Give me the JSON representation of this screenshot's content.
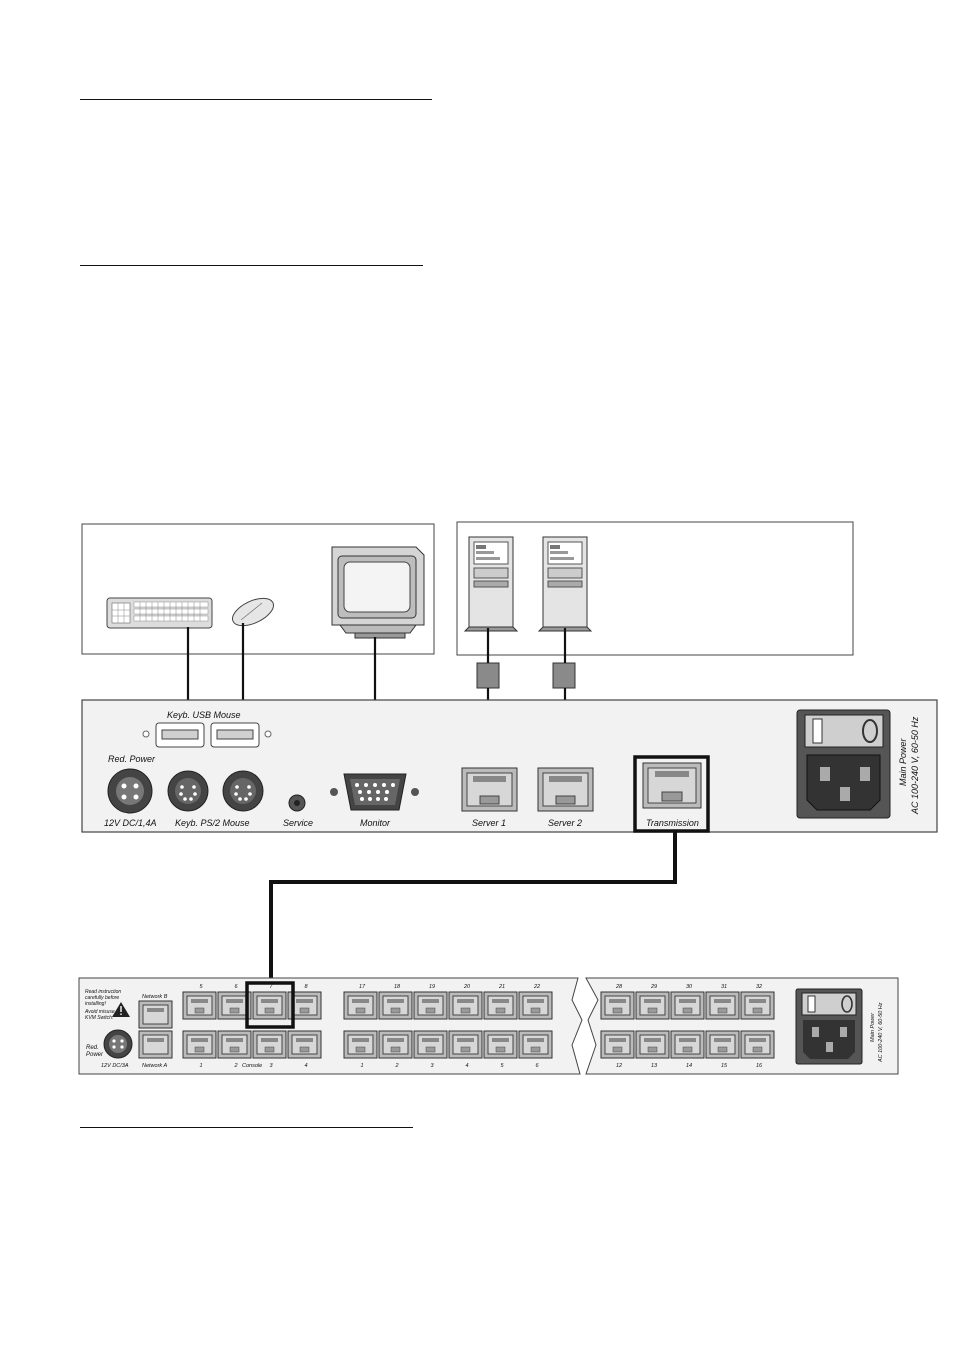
{
  "colors": {
    "panel_fill": "#f2f2f2",
    "panel_stroke": "#555555",
    "cable": "#111111",
    "port_fill": "#c8c8c8",
    "connector_box": "#8a8a8a"
  },
  "kvm_unit": {
    "usb_label": "Keyb.  USB  Mouse",
    "red_power": "Red. Power",
    "red_power_rating": "12V DC/1,4A",
    "ps2_label": "Keyb.  PS/2  Mouse",
    "service": "Service",
    "monitor": "Monitor",
    "server1": "Server 1",
    "server2": "Server 2",
    "transmission": "Transmission",
    "main_power_line1": "Main Power",
    "main_power_line2": "AC 100-240 V, 60-50 Hz"
  },
  "matrix_switch": {
    "instruction_lines": [
      "Read instruction",
      "carefully before",
      "installing!"
    ],
    "avoid_lines": [
      "Avoid misuse",
      "KVM Switch."
    ],
    "network_b": "Network B",
    "network_a": "Network A",
    "red_power_lines": [
      "Red.",
      "Power"
    ],
    "power_rating": "12V DC/3A",
    "console_top_numbers": [
      "5",
      "6",
      "7",
      "8"
    ],
    "console_bottom_numbers": [
      "1",
      "2",
      "3",
      "4"
    ],
    "console_label": "Console",
    "cpu_top_numbers": [
      "17",
      "18",
      "19",
      "20",
      "21",
      "22"
    ],
    "cpu_bottom_numbers": [
      "1",
      "2",
      "3",
      "4",
      "5",
      "6"
    ],
    "right_top_numbers": [
      "28",
      "29",
      "30",
      "31",
      "32"
    ],
    "right_bottom_numbers": [
      "12",
      "13",
      "14",
      "15",
      "16"
    ],
    "main_power_line1": "Main Power",
    "main_power_line2": "AC 100-240 V, 60-50 Hz"
  }
}
